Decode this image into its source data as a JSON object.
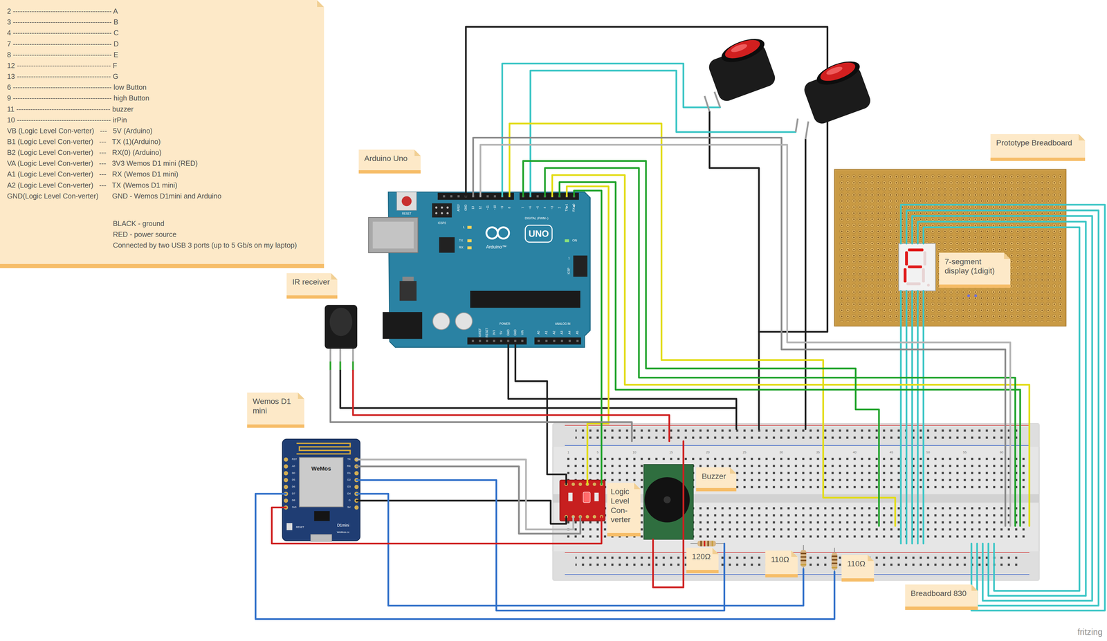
{
  "diagram": {
    "nodes": [
      {
        "text": [
          "2 ------------------------------------------ A",
          "3 ------------------------------------------ B",
          "4 ------------------------------------------ C",
          "7 ------------------------------------------ D",
          "8 ------------------------------------------ E",
          "12 ---------------------------------------- F",
          "13 ---------------------------------------- G",
          "6 ------------------------------------------ low Button",
          "9 ------------------------------------------ high Button",
          "11 ---------------------------------------- buzzer",
          "10 ---------------------------------------- irPin",
          "VB (Logic Level Con-verter)   ---   5V (Arduino)",
          "B1 (Logic Level Con-verter)   ---   TX (1)(Arduino)",
          "B2 (Logic Level Con-verter)   ---   RX(0) (Arduino)",
          "VA (Logic Level Con-verter)   ---   3V3 Wemos D1 mini (RED)",
          "A1 (Logic Level Con-verter)   ---   RX (Wemos D1 mini)",
          "A2 (Logic Level Con-verter)   ---   TX (Wemos D1 mini)",
          "GND(Logic Level Con-verter)       GND - Wemos D1mini and Arduino",
          "BLACK - ground",
          "RED - power source",
          "Connected by two USB 3 ports (up to 5 Gb/s on my laptop)"
        ]
      },
      {
        "text": [
          "Arduino Uno"
        ]
      },
      {
        "text": [
          "IR receiver"
        ]
      },
      {
        "text": [
          "Wemos D1 mini"
        ]
      },
      {
        "text": [
          "Logic Level Con-verter"
        ]
      },
      {
        "text": [
          "Buzzer"
        ]
      },
      {
        "text": [
          "120Ω"
        ]
      },
      {
        "text": [
          "110Ω"
        ]
      },
      {
        "text": [
          "110Ω"
        ]
      },
      {
        "text": [
          "Breadboard 830"
        ]
      },
      {
        "text": [
          "Prototype Breadboard"
        ]
      },
      {
        "text": [
          "7-segment display (1digit)"
        ]
      }
    ],
    "labels": [
      "AREF",
      "GND",
      "13",
      "12",
      "~11",
      "~10",
      "~9",
      "8",
      "7",
      "~6",
      "~5",
      "4",
      "~3",
      "2",
      "TX▶1",
      "RX◀0",
      "DIGITAL (PWM~)",
      "RESET",
      "ICSP2",
      "L",
      "TX",
      "RX",
      "UNO",
      "Arduino™",
      "ON",
      "ICSP",
      "1",
      "IOREF",
      "RESET",
      "3V3",
      "5V",
      "GND",
      "GND",
      "VIN",
      "POWER",
      "ANALOG IN",
      "A0",
      "A1",
      "A2",
      "A3",
      "A4",
      "A5",
      "RST",
      "A0",
      "D0",
      "D5",
      "D6",
      "D7",
      "D8",
      "3V3",
      "TX",
      "RX",
      "D1",
      "D2",
      "D3",
      "D4",
      "G",
      "5V",
      "WeMos",
      "D1mini",
      "WeMos.cc",
      "RESET",
      "1",
      "5",
      "10",
      "15",
      "20",
      "25",
      "30",
      "35",
      "40",
      "45",
      "50",
      "55",
      "60",
      "fritzing"
    ]
  }
}
